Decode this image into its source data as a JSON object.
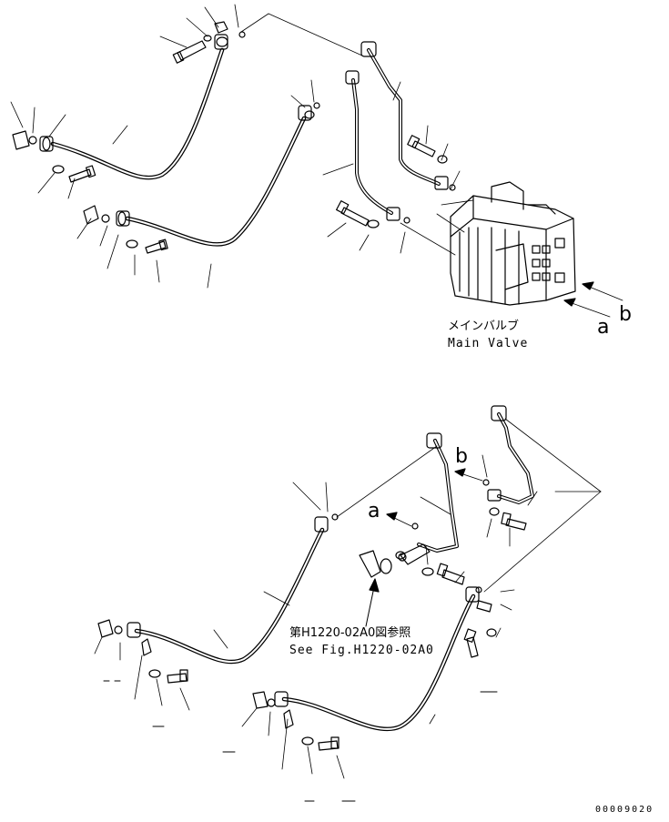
{
  "labels": {
    "main_valve_jp": "メインバルブ",
    "main_valve_en": "Main Valve",
    "arrow_a_top": "a",
    "arrow_b_top": "b",
    "arrow_a_bottom": "a",
    "arrow_b_bottom": "b",
    "ref_jp": "第H1220-02A0図参照",
    "ref_en": "See Fig.H1220-02A0",
    "drawing_code": "00009020"
  },
  "colors": {
    "line": "#000000",
    "background": "#ffffff"
  }
}
